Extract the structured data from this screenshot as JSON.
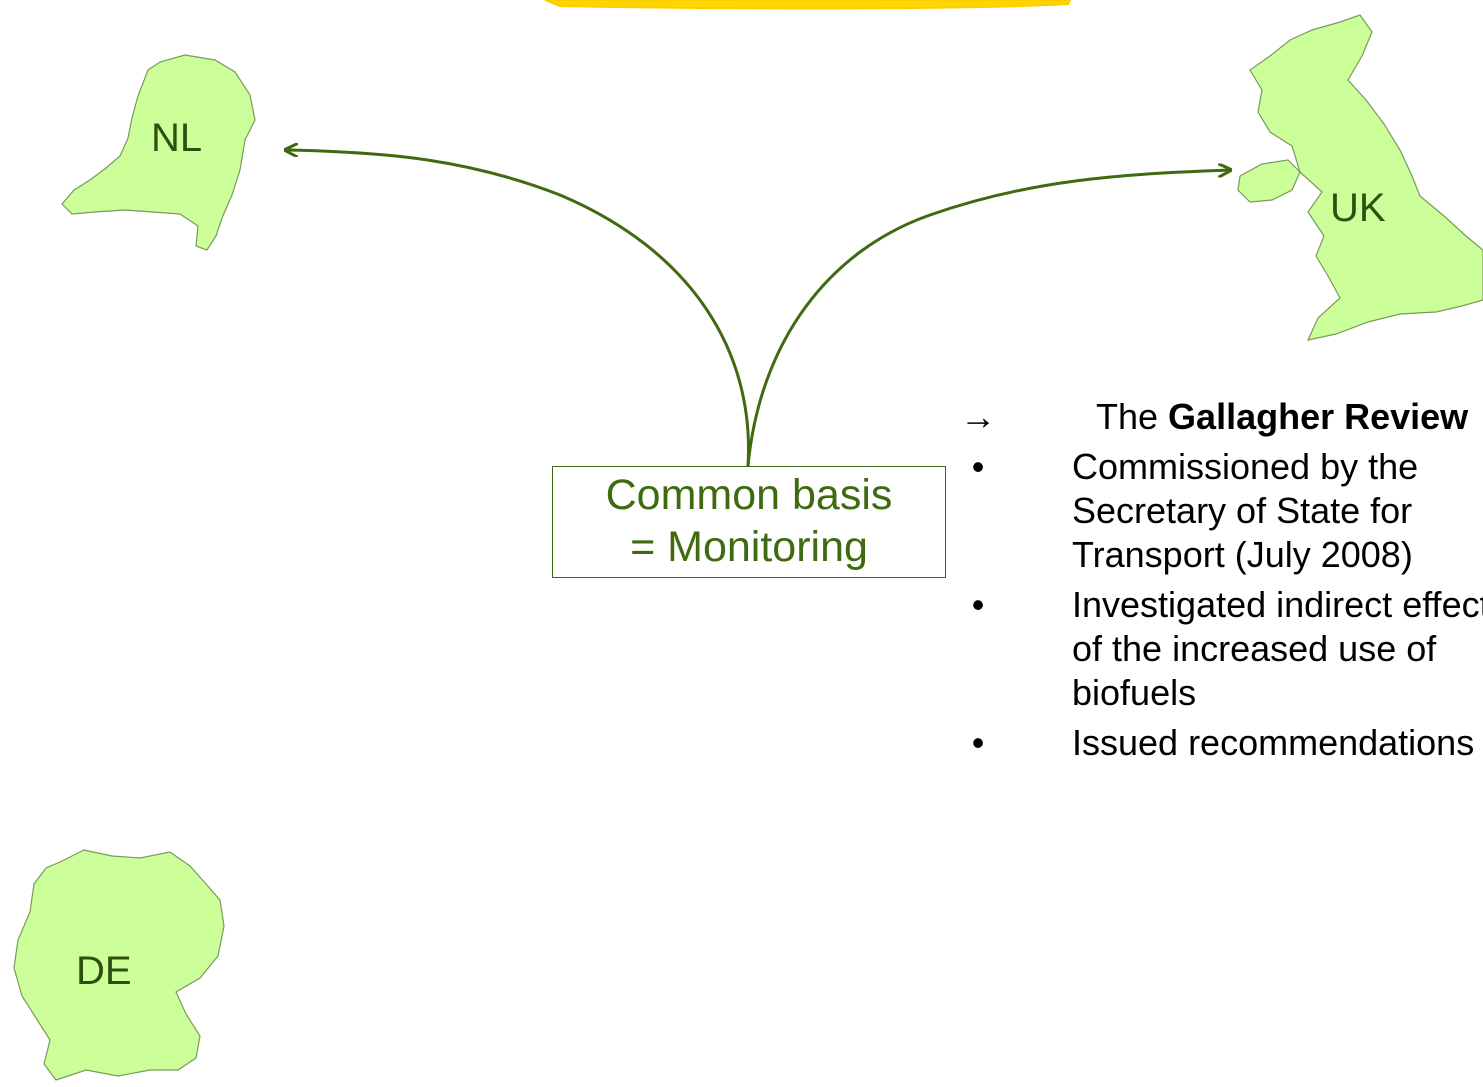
{
  "countries": {
    "nl": "NL",
    "uk": "UK",
    "de": "DE"
  },
  "basis_box": {
    "line1": "Common basis",
    "line2": "= Monitoring"
  },
  "review": {
    "arrow_mark": "→",
    "title_prefix": "The ",
    "title_bold": "Gallagher Review",
    "bullet_mark": "•",
    "bullets": [
      [
        "Commissioned by the",
        "Secretary of State for",
        "Transport (July 2008)"
      ],
      [
        "Investigated indirect effects",
        "of the increased use of",
        "biofuels"
      ],
      [
        "Issued recommendations"
      ]
    ]
  },
  "colors": {
    "land_fill": "#ccff99",
    "land_stroke": "#7a9a5a",
    "arrow": "#3f6a10",
    "label": "#2f4f0f",
    "banner": "#ffd700"
  }
}
